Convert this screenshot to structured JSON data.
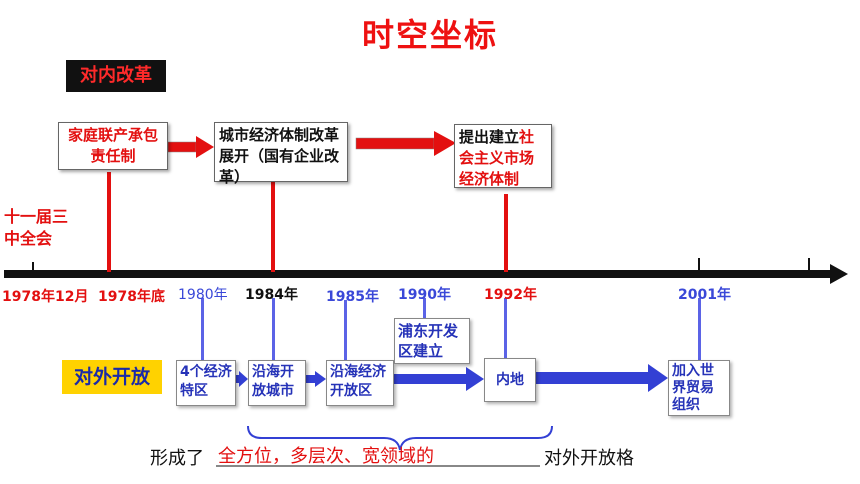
{
  "title": "时空坐标",
  "labels": {
    "domestic_reform": "对内改革",
    "opening_up": "对外开放"
  },
  "domestic_events": {
    "plenum": "十一届三中全会",
    "household": "家庭联产承包责任制",
    "urban_reform": "城市经济体制改革展开（国有企业改革）",
    "socialist_market_prefix": "提出建立",
    "socialist_market_highlight": "社会主义市场经济体制"
  },
  "years": {
    "y1978_12": "1978年12月",
    "y1978_end": "1978年底",
    "y1980": "1980年",
    "y1984": "1984年",
    "y1985": "1985年",
    "y1990": "1990年",
    "y1992": "1992年",
    "y2001": "2001年"
  },
  "opening_events": {
    "sez": "4个经济特区",
    "coastal_cities": "沿海开放城市",
    "coastal_zones": "沿海经济开放区",
    "pudong": "浦东开发区建立",
    "inland": "内地",
    "wto": "加入世界贸易组织"
  },
  "summary": {
    "prefix": "形成了",
    "answer": "全方位，多层次、宽领域的",
    "suffix": "对外开放格"
  },
  "colors": {
    "red": "#e31010",
    "blue": "#2633b8",
    "yellow": "#ffd200"
  }
}
